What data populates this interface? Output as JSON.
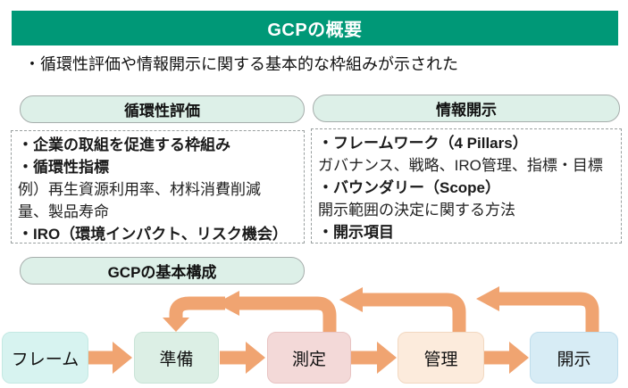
{
  "page": {
    "title_bar": "GCPの概要",
    "intro_bullet": "・循環性評価や情報開示に関する基本的な枠組みが示された"
  },
  "colors": {
    "title_bar_bg": "#009877",
    "section_header_bg": "#ddf0e8",
    "arrow": "#f0a471"
  },
  "sections": {
    "left": {
      "header": "循環性評価",
      "lines": [
        {
          "text": "・企業の取組を促進する枠組み",
          "bold": true
        },
        {
          "text": "・循環性指標",
          "bold": true
        },
        {
          "text": "例）再生資源利用率、材料消費削減",
          "bold": false
        },
        {
          "text": "量、製品寿命",
          "bold": false
        },
        {
          "text": "・IRO（環境インパクト、リスク機会）",
          "bold": true
        }
      ]
    },
    "right": {
      "header": "情報開示",
      "lines": [
        {
          "text": "・フレームワーク（4 Pillars）",
          "bold": true
        },
        {
          "text": "ガバナンス、戦略、IRO管理、指標・目標",
          "bold": false
        },
        {
          "text": "・バウンダリー（Scope）",
          "bold": true
        },
        {
          "text": "開示範囲の決定に関する方法",
          "bold": false
        },
        {
          "text": "・開示項目",
          "bold": true
        }
      ]
    },
    "flow": {
      "header": "GCPの基本構成",
      "boxes": [
        {
          "label": "フレーム",
          "fill": "#d7f3f0",
          "border": "#c4e9e3"
        },
        {
          "label": "準備",
          "fill": "#dcefe5",
          "border": "#c9e3d7"
        },
        {
          "label": "測定",
          "fill": "#f3d9d8",
          "border": "#e8c4c3"
        },
        {
          "label": "管理",
          "fill": "#fcebdc",
          "border": "#f2d8c1"
        },
        {
          "label": "開示",
          "fill": "#d7ecf5",
          "border": "#bfddec"
        }
      ]
    }
  }
}
